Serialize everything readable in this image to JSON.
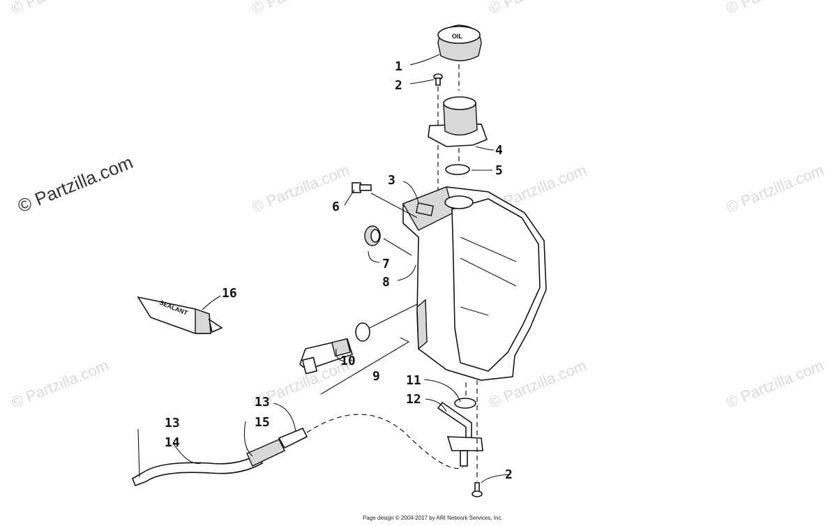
{
  "watermark": {
    "main": "© Partzilla.com",
    "repeat": "© Partzilla.com"
  },
  "callouts": [
    {
      "id": "c1",
      "text": "1"
    },
    {
      "id": "c2a",
      "text": "2"
    },
    {
      "id": "c3",
      "text": "3"
    },
    {
      "id": "c4",
      "text": "4"
    },
    {
      "id": "c5",
      "text": "5"
    },
    {
      "id": "c6",
      "text": "6"
    },
    {
      "id": "c7",
      "text": "7"
    },
    {
      "id": "c8",
      "text": "8"
    },
    {
      "id": "c9",
      "text": "9"
    },
    {
      "id": "c10",
      "text": "10"
    },
    {
      "id": "c11",
      "text": "11"
    },
    {
      "id": "c12",
      "text": "12"
    },
    {
      "id": "c13a",
      "text": "13"
    },
    {
      "id": "c13b",
      "text": "13"
    },
    {
      "id": "c14",
      "text": "14"
    },
    {
      "id": "c15",
      "text": "15"
    },
    {
      "id": "c16",
      "text": "16"
    },
    {
      "id": "c2b",
      "text": "2"
    }
  ],
  "parts": {
    "cap_text": "OIL",
    "tube_label": "SEALANT"
  },
  "footer": {
    "credit": "Page design © 2004-2017 by ARI Network Services, Inc."
  }
}
